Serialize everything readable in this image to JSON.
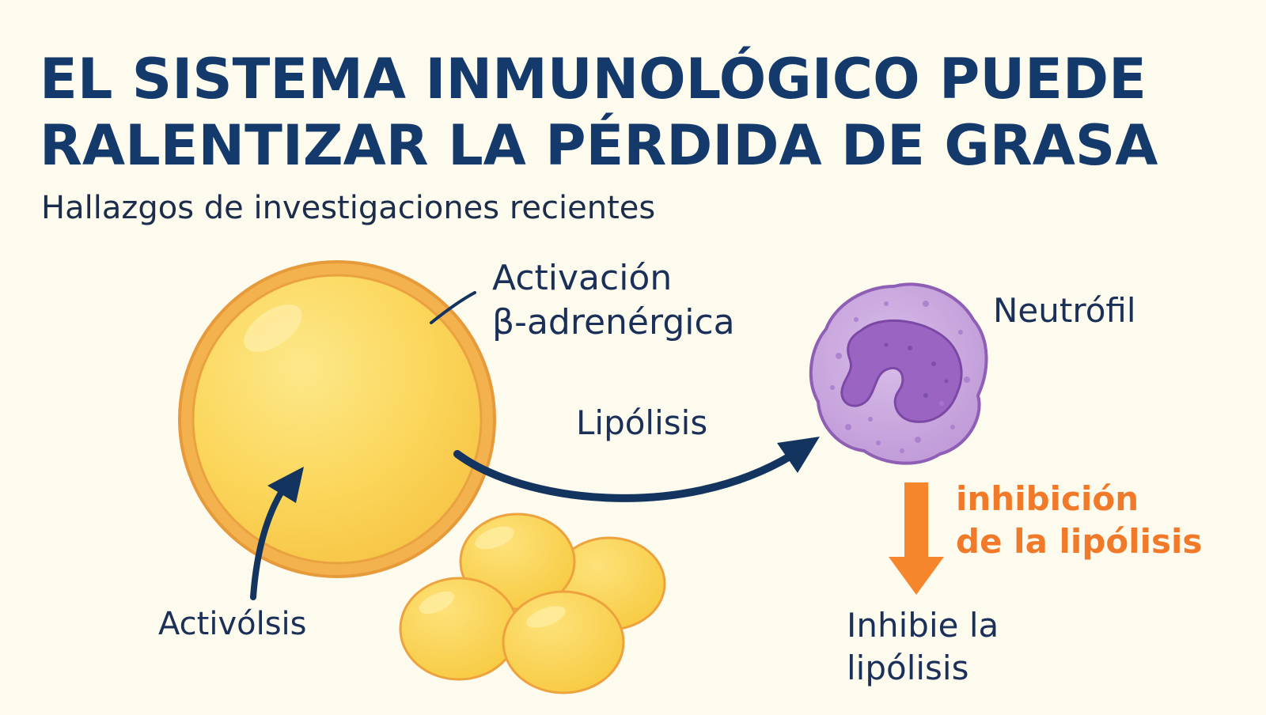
{
  "title": {
    "line1": "EL SISTEMA INMUNOLÓGICO PUEDE",
    "line2": "RALENTIZAR LA PÉRDIDA DE GRASA"
  },
  "subtitle": "Hallazgos de investigaciones recientes",
  "labels": {
    "activation_line1": "Activación",
    "activation_line2": "β-adrenérgica",
    "neutrofil": "Neutrófil",
    "lipolisis": "Lipólisis",
    "activolsis": "Activólsis",
    "inhibition_orange_line1": "inhibición",
    "inhibition_orange_line2": "de la lipólisis",
    "inhibie_line1": "Inhibie la",
    "inhibie_line2": "lipólisis"
  },
  "colors": {
    "background": "#fdfaee",
    "title": "#14396b",
    "arrow_navy": "#13345f",
    "fat_cell": "#fbd65a",
    "fat_cell_border": "#f0a544",
    "neutrophil": "#c8a6dc",
    "nucleus": "#9a64c2",
    "inhibition_orange": "#f5862b"
  },
  "icons": {
    "large_fat_cell": "adipocyte",
    "small_fat_cells": "fat-droplets",
    "neutrophil": "neutrophil-cell"
  }
}
